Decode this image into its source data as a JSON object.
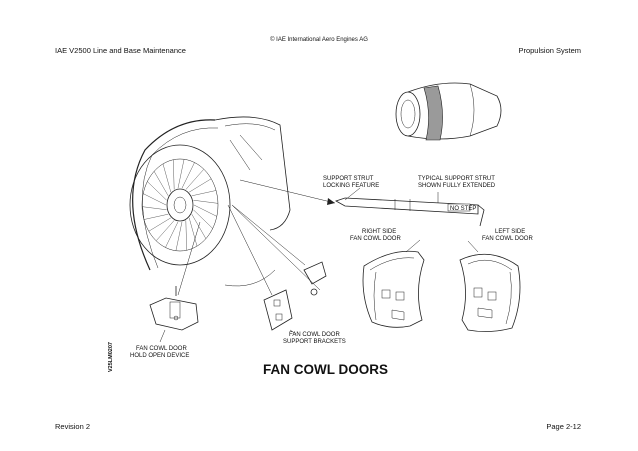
{
  "header": {
    "copyright": "© IAE International Aero Engines AG",
    "left": "IAE V2500 Line and Base Maintenance",
    "right": "Propulsion System"
  },
  "footer": {
    "left": "Revision 2",
    "right": "Page 2-12"
  },
  "figure": {
    "title": "FAN COWL DOORS",
    "figure_id": "V25LM0207",
    "labels": {
      "strut_lock_1": "SUPPORT STRUT",
      "strut_lock_2": "LOCKING FEATURE",
      "strut_ext_1": "TYPICAL SUPPORT STRUT",
      "strut_ext_2": "SHOWN FULLY EXTENDED",
      "no_step": "NO STEP",
      "right_door_1": "RIGHT SIDE",
      "right_door_2": "FAN COWL DOOR",
      "left_door_1": "LEFT SIDE",
      "left_door_2": "FAN COWL DOOR",
      "brackets_1": "FAN COWL DOOR",
      "brackets_2": "SUPPORT BRACKETS",
      "hold_1": "FAN COWL DOOR",
      "hold_2": "HOLD OPEN DEVICE"
    }
  }
}
